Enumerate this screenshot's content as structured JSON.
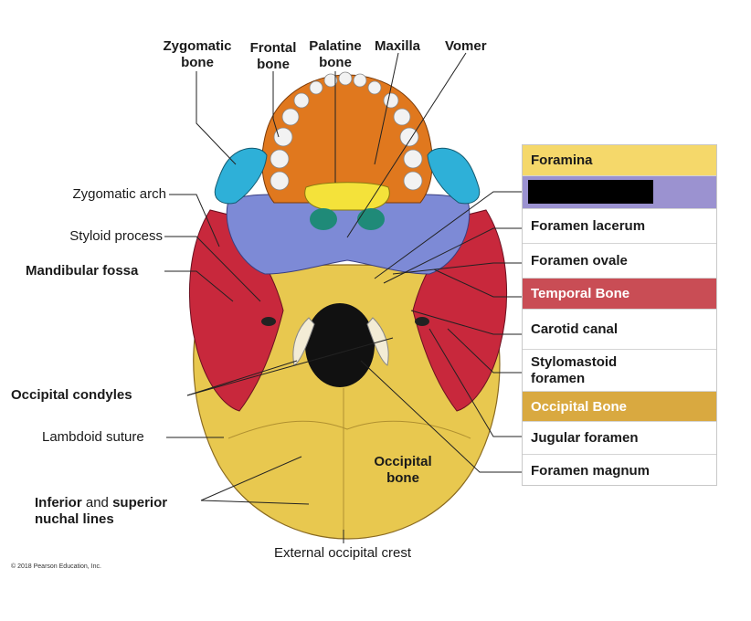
{
  "colors": {
    "occipital": "#e8c84f",
    "temporal": "#c8283c",
    "sphenoid": "#7d8ad6",
    "maxilla": "#e0781e",
    "zygomatic": "#2eb0d8",
    "palatine": "#f4e23a",
    "vomer": "#1f8a78",
    "legend_foramina_bg": "#f5d86a",
    "legend_sphenoid_bg": "#9b92d0",
    "legend_temporal_bg": "#c94d55",
    "legend_occipital_bg": "#d9a940"
  },
  "top_labels": {
    "zygomatic": [
      "Zygomatic",
      "bone"
    ],
    "frontal": [
      "Frontal",
      "bone"
    ],
    "palatine": [
      "Palatine",
      "bone"
    ],
    "maxilla": "Maxilla",
    "vomer": "Vomer"
  },
  "left_labels": {
    "zygomatic_arch": "Zygomatic arch",
    "styloid_process": "Styloid process",
    "mandibular_fossa": "Mandibular fossa",
    "occipital_condyles": "Occipital condyles",
    "lambdoid_suture": "Lambdoid suture",
    "nuchal_inferior": "Inferior",
    "nuchal_and": " and ",
    "nuchal_superior": "superior",
    "nuchal_lines": "nuchal lines"
  },
  "on_image": {
    "occipital_bone": [
      "Occipital",
      "bone"
    ],
    "external_occipital_crest": "External occipital crest"
  },
  "legend": {
    "foramina": "Foramina",
    "foramen_lacerum": "Foramen lacerum",
    "foramen_ovale": "Foramen ovale",
    "temporal_bone": "Temporal Bone",
    "carotid_canal": "Carotid canal",
    "stylomastoid": [
      "Stylomastoid",
      "foramen"
    ],
    "occipital_bone": "Occipital Bone",
    "jugular_foramen": "Jugular foramen",
    "foramen_magnum": "Foramen magnum"
  },
  "copyright": "© 2018 Pearson Education, Inc."
}
